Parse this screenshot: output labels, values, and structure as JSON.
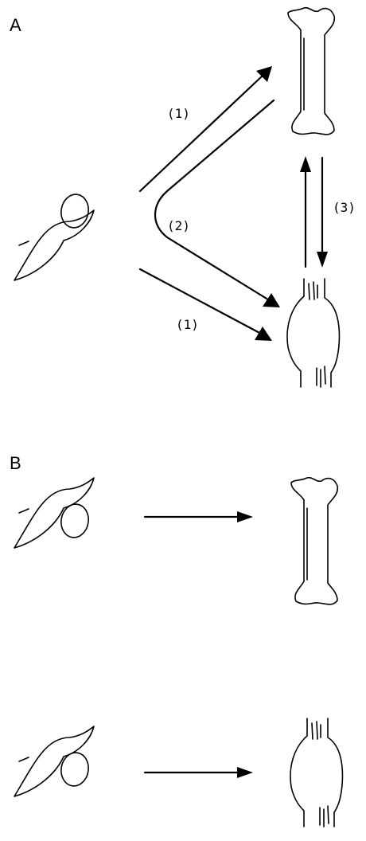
{
  "panels": {
    "a": {
      "label": "A",
      "step_labels": {
        "direct_top": "(1)",
        "direct_bottom": "(1)",
        "via_intermediate": "(2)",
        "interconversion": "(3)"
      }
    },
    "b": {
      "label": "B"
    }
  },
  "icons": {
    "progenitor": "mesenchymal-cell-icon",
    "bone": "bone-icon",
    "muscle": "muscle-icon"
  }
}
